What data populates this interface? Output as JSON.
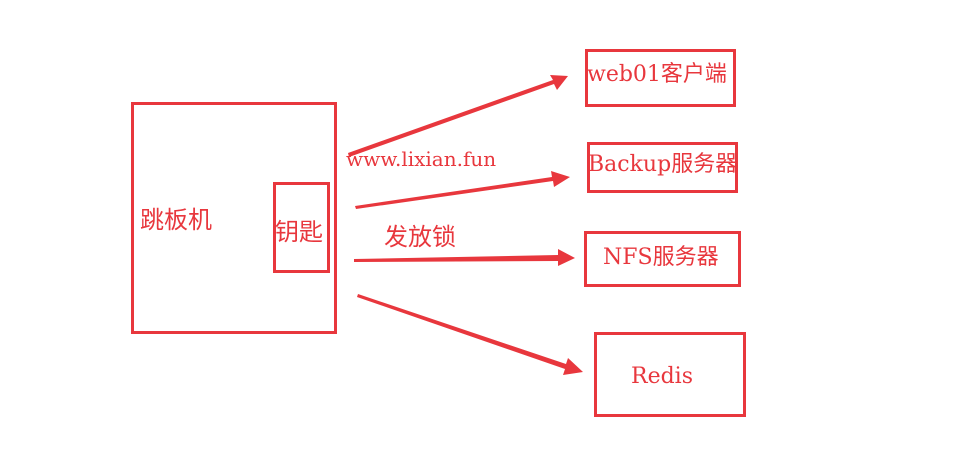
{
  "colors": {
    "accent": "#e8373d"
  },
  "jumpserver": {
    "label": "跳板机"
  },
  "key": {
    "label": "钥匙"
  },
  "url": {
    "text": "www.lixian.fun"
  },
  "distribute_lock": {
    "text": "发放锁"
  },
  "targets": [
    {
      "label": "web01客户端"
    },
    {
      "label": "Backup服务器"
    },
    {
      "label": "NFS服务器"
    },
    {
      "label": "Redis"
    }
  ]
}
